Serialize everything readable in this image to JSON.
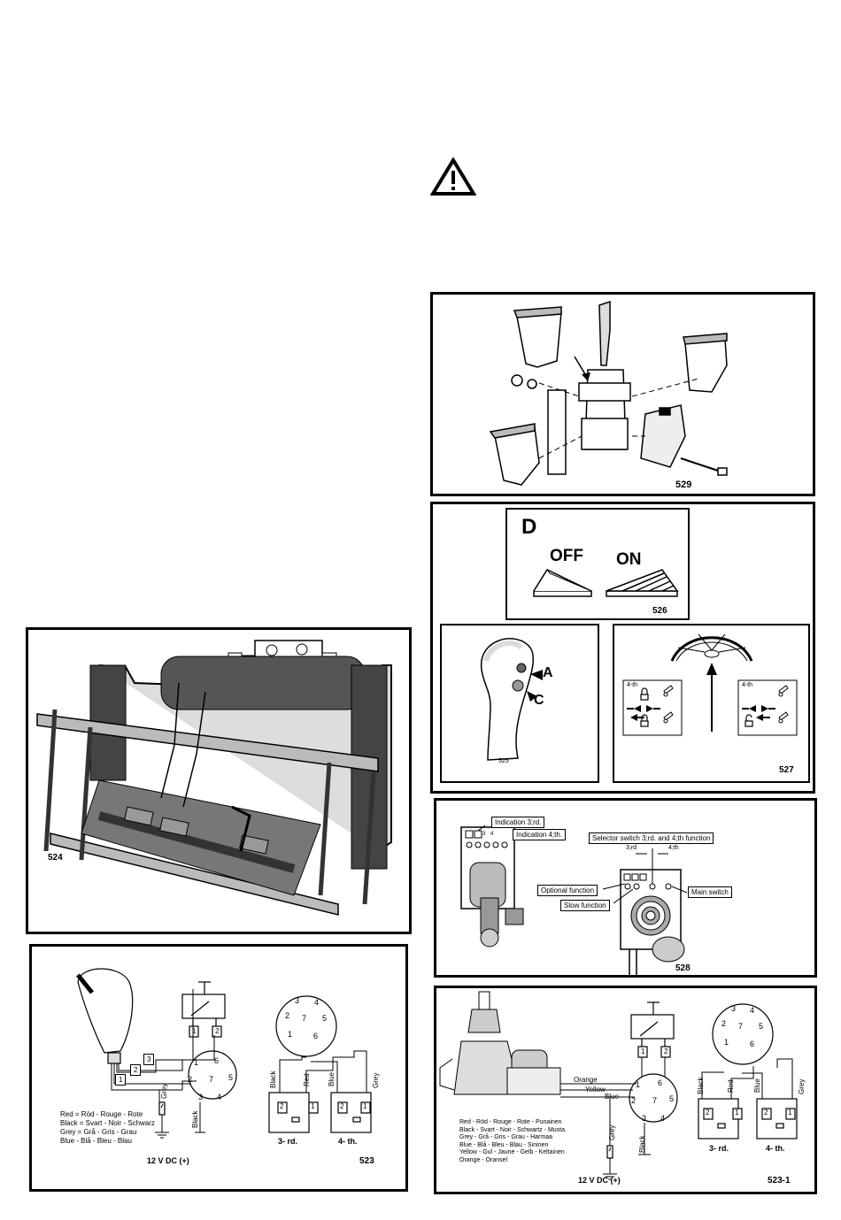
{
  "fig529": {
    "label": "529"
  },
  "fig526": {
    "label": "526",
    "letter": "D",
    "off": "OFF",
    "on": "ON"
  },
  "fig525": {
    "label": "525",
    "a": "A",
    "c": "C"
  },
  "fig527": {
    "label": "527",
    "fourth_left": "4-th",
    "fourth_right": "4-th"
  },
  "fig524": {
    "label": "524"
  },
  "fig528": {
    "label": "528",
    "indication_3rd": "Indication 3;rd.",
    "indication_4th": "Indication 4;th.",
    "selector": "Selector switch 3;rd. and 4;th function",
    "sel_3rd": "3;rd",
    "sel_4th": "4;th",
    "optional": "Optional function",
    "slow": "Slow function",
    "main": "Main switch",
    "keys": [
      "3",
      "4"
    ]
  },
  "fig523": {
    "label": "523",
    "relay_pins": [
      "1",
      "2"
    ],
    "wire_tags": [
      "3",
      "2",
      "1"
    ],
    "grey": "Grey",
    "black": "Black",
    "red": "Red",
    "blue": "Blue",
    "grey2": "Grey",
    "black2": "Black",
    "third": "3- rd.",
    "fourth": "4- th.",
    "power": "12 V DC  (+)",
    "legend": [
      "Red  =  Röd - Rouge - Rote",
      "Black = Svart - Noir - Schwarz",
      "Grey  =  Grå - Gris - Grau",
      "Blue - Blå - Bleu - Blau"
    ],
    "sock_pins": [
      "2",
      "1",
      "2",
      "1"
    ]
  },
  "fig523_1": {
    "label": "523-1",
    "relay_pins": [
      "1",
      "2"
    ],
    "orange": "Orange",
    "yellow": "Yellow",
    "blue": "Blue",
    "grey": "Grey",
    "black": "Black",
    "black2": "Black",
    "red": "Red",
    "blue2": "Blue",
    "grey2": "Grey",
    "third": "3- rd.",
    "fourth": "4- th.",
    "power": "12 V DC  (+)",
    "legend": [
      "Red - Röd - Rouge - Rote - Punainen",
      "Black - Svart - Noir - Schwartz - Musta",
      "Grey - Grå - Gris - Grau - Harmaa",
      "Blue - Blå - Bleu - Blau - Sininen",
      "Yellow - Gul - Jaune - Gelb - Keltainen",
      "Orange -  Oransel"
    ],
    "sock_pins": [
      "2",
      "1",
      "2",
      "1"
    ]
  },
  "connector_pins": [
    "3",
    "4",
    "2",
    "7",
    "5",
    "1",
    "6"
  ]
}
